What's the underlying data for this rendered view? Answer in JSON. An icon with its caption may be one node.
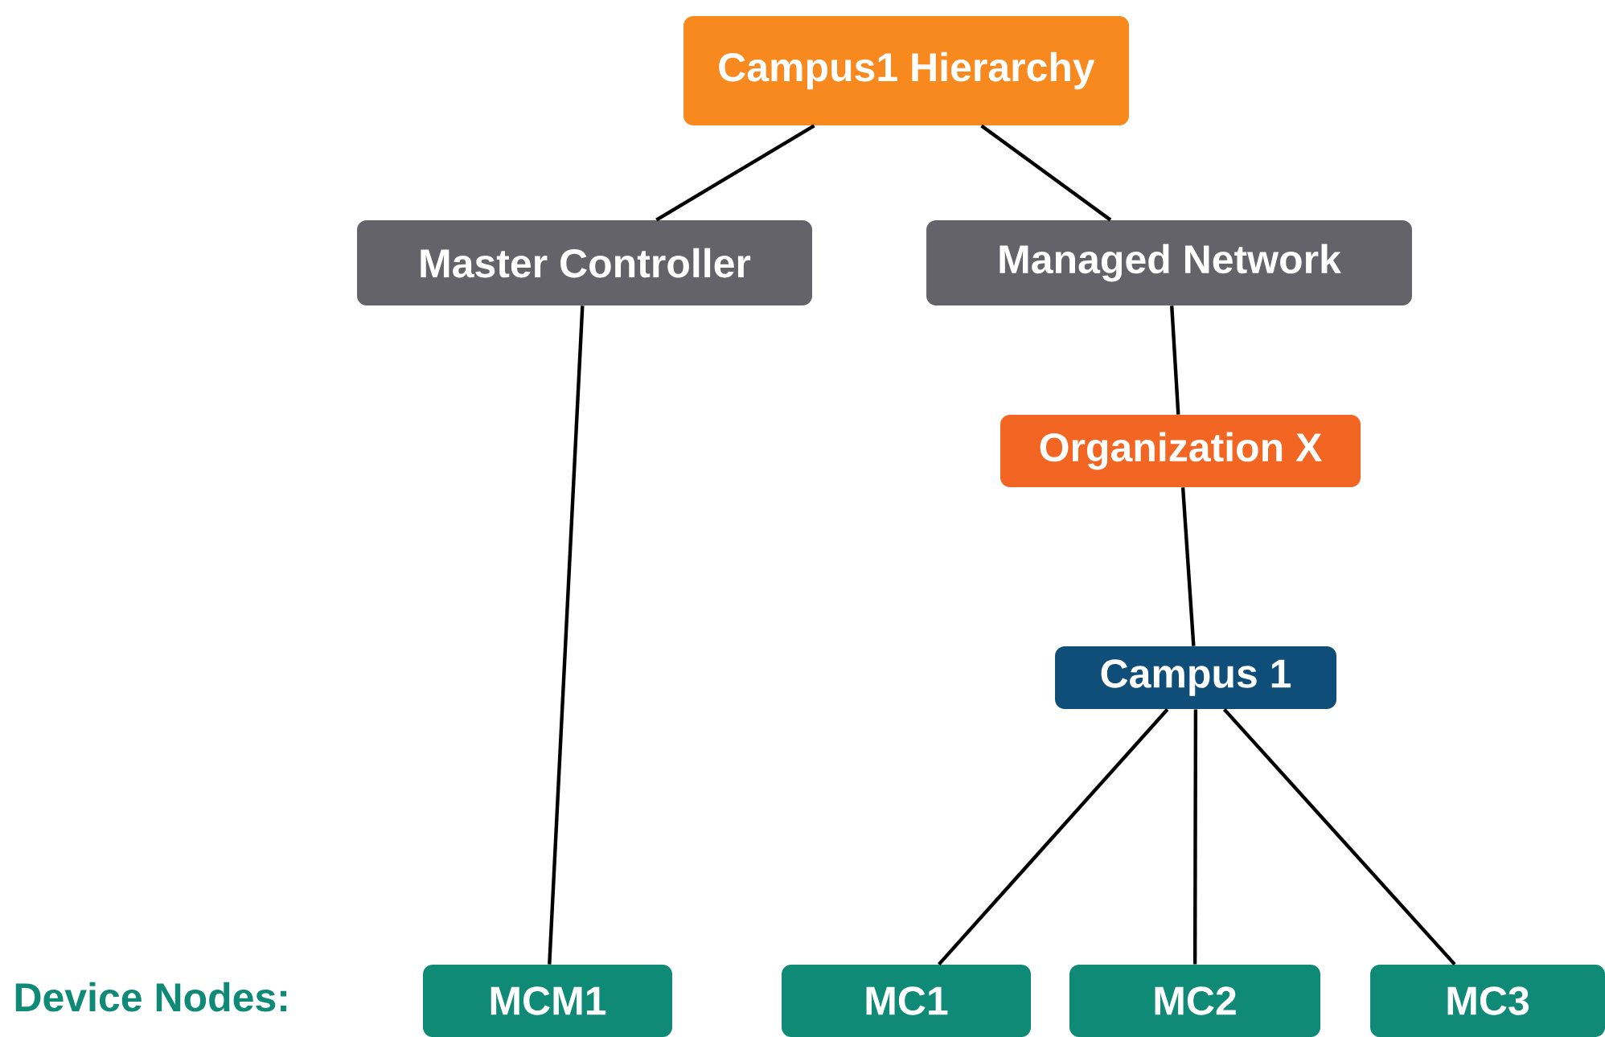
{
  "diagram": {
    "nodes": [
      {
        "text": [
          "Campus1 Hierarchy"
        ]
      },
      {
        "text": [
          "Master Controller"
        ]
      },
      {
        "text": [
          "Managed Network"
        ]
      },
      {
        "text": [
          "Organization X"
        ]
      },
      {
        "text": [
          "Campus 1"
        ]
      },
      {
        "text": [
          "MCM1"
        ]
      },
      {
        "text": [
          "MC1"
        ]
      },
      {
        "text": [
          "MC2"
        ]
      },
      {
        "text": [
          "MC3"
        ]
      }
    ],
    "edges": [
      {
        "from": 0,
        "to": 1,
        "arrow": "none"
      },
      {
        "from": 0,
        "to": 2,
        "arrow": "none"
      },
      {
        "from": 1,
        "to": 5,
        "arrow": "none"
      },
      {
        "from": 2,
        "to": 3,
        "arrow": "none"
      },
      {
        "from": 3,
        "to": 4,
        "arrow": "none"
      },
      {
        "from": 4,
        "to": 6,
        "arrow": "none"
      },
      {
        "from": 4,
        "to": 7,
        "arrow": "none"
      },
      {
        "from": 4,
        "to": 8,
        "arrow": "none"
      }
    ],
    "labels": [
      "Device Nodes:"
    ]
  }
}
